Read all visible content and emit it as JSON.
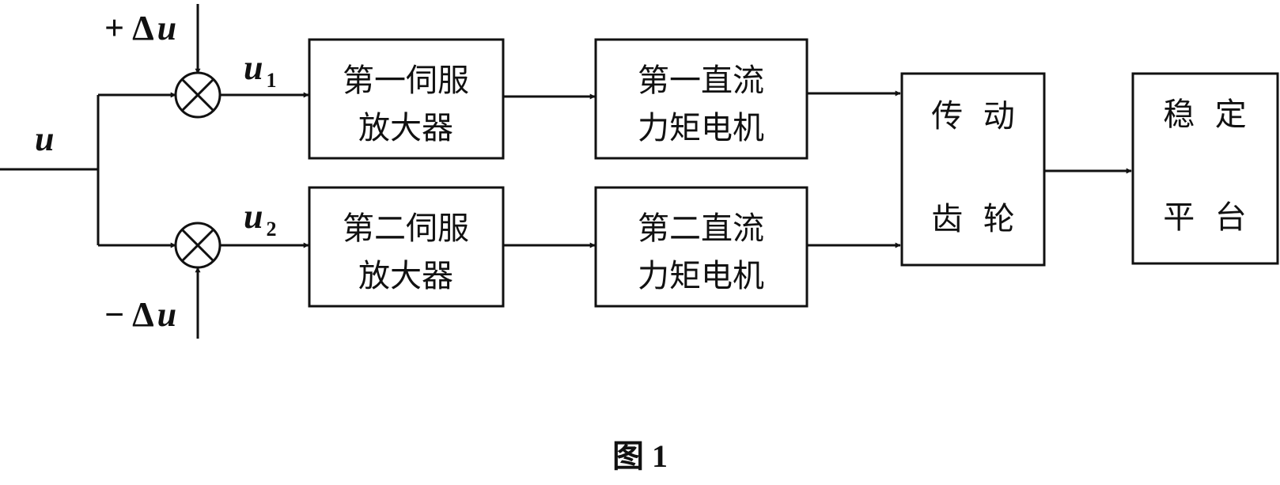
{
  "input": {
    "signal": "u"
  },
  "top_bias": {
    "sign": "+",
    "delta": "Δ",
    "var": "u"
  },
  "bottom_bias": {
    "sign": "−",
    "delta": "Δ",
    "var": "u"
  },
  "u1": {
    "var": "u",
    "sub": "1"
  },
  "u2": {
    "var": "u",
    "sub": "2"
  },
  "blocks": {
    "servo1": [
      "第一伺服",
      "放大器"
    ],
    "servo2": [
      "第二伺服",
      "放大器"
    ],
    "motor1": [
      "第一直流",
      "力矩电机"
    ],
    "motor2": [
      "第二直流",
      "力矩电机"
    ],
    "gear": [
      "传  动",
      "齿  轮"
    ],
    "platform": [
      "稳  定",
      "平  台"
    ]
  },
  "caption": "图 1"
}
